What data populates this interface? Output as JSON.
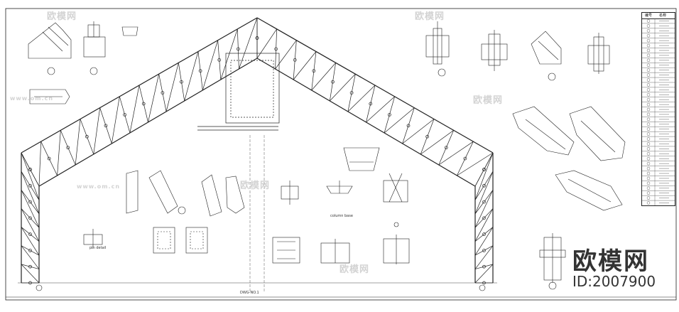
{
  "watermark": {
    "brand": "欧模网",
    "url": "www.om.cn",
    "id": "ID:2007900"
  },
  "labels": {
    "column_base": "column base",
    "pin_detail": "pin detail"
  },
  "table": {
    "col1": "编号",
    "col2": "名称",
    "rows": 38
  }
}
